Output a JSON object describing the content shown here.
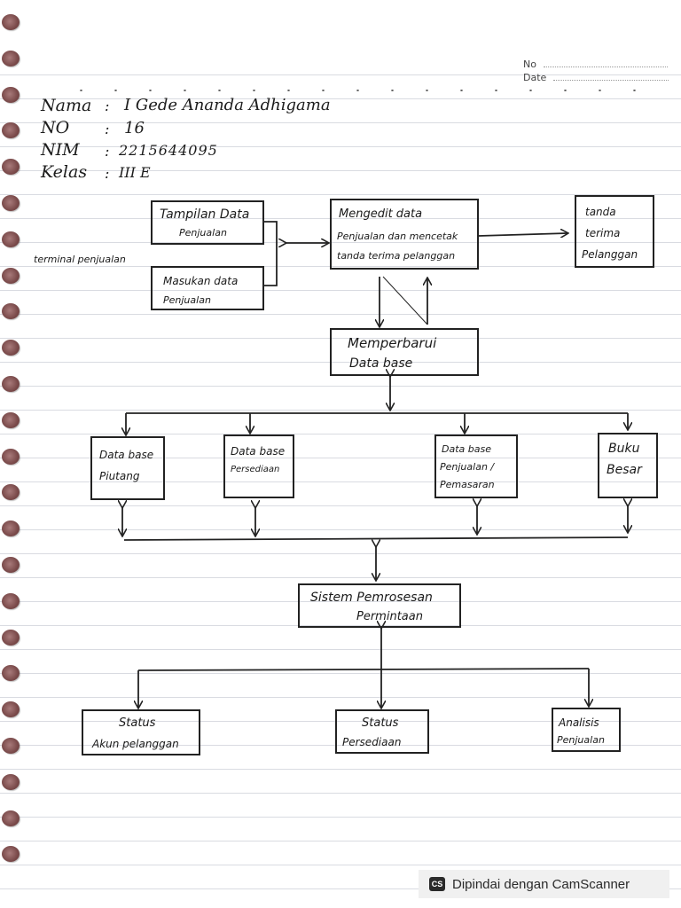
{
  "header": {
    "no_label": "No",
    "date_label": "Date"
  },
  "student": {
    "name_label": "Nama",
    "name_value": "I Gede Ananda Adhigama",
    "no_label": "NO",
    "no_value": "16",
    "nim_label": "NIM",
    "nim_value": "2215644095",
    "class_label": "Kelas",
    "class_value": "III E"
  },
  "diagram": {
    "terminal_label": "terminal penjualan",
    "boxes": {
      "tampilan": [
        "Tampilan Data",
        "Penjualan"
      ],
      "masukan": [
        "Masukan data",
        "Penjualan"
      ],
      "mengedit": [
        "Mengedit data",
        "Penjualan dan mencetak",
        "tanda terima pelanggan"
      ],
      "tanda": [
        "tanda",
        "terima",
        "Pelanggan"
      ],
      "memperbarui": [
        "Memperbarui",
        "Data base"
      ],
      "db_piutang": [
        "Data base",
        "Piutang"
      ],
      "db_persediaan": [
        "Data base",
        "Persediaan"
      ],
      "db_penjualan": [
        "Data base",
        "Penjualan /",
        "Pemasaran"
      ],
      "buku_besar": [
        "Buku",
        "Besar"
      ],
      "sistem": [
        "Sistem Pemrosesan",
        "Permintaan"
      ],
      "status_akun": [
        "Status",
        "Akun pelanggan"
      ],
      "status_persediaan": [
        "Status",
        "Persediaan"
      ],
      "analisis": [
        "Analisis",
        "Penjualan"
      ]
    }
  },
  "scanner": {
    "logo": "CS",
    "text": "Dipindai dengan CamScanner"
  }
}
